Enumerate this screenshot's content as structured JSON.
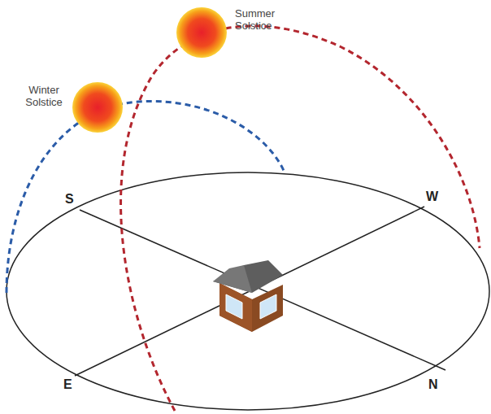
{
  "diagram": {
    "labels": [
      "Summer Solstice",
      "Winter Solstice",
      "S",
      "W",
      "E",
      "N"
    ]
  }
}
